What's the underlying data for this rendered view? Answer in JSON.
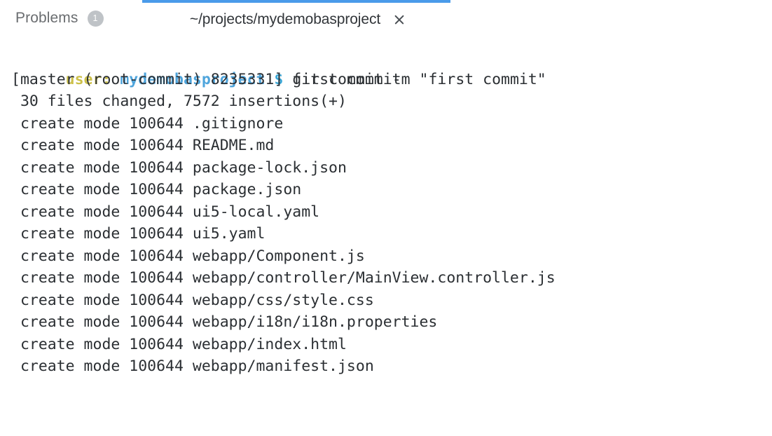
{
  "tabs": [
    {
      "name": "problems",
      "label": "Problems",
      "badge": "1",
      "active": false
    },
    {
      "name": "terminal",
      "label": "~/projects/mydemobasproject",
      "close_icon": "close-icon",
      "active": true,
      "accent_color": "#4a9bea"
    }
  ],
  "terminal": {
    "prompt": {
      "user": "user:",
      "path": "mydemobasproject",
      "symbol": "$",
      "command": " git commit -m \"first commit\""
    },
    "output": [
      "[master (root-commit) 8235331] first commit",
      " 30 files changed, 7572 insertions(+)",
      " create mode 100644 .gitignore",
      " create mode 100644 README.md",
      " create mode 100644 package-lock.json",
      " create mode 100644 package.json",
      " create mode 100644 ui5-local.yaml",
      " create mode 100644 ui5.yaml",
      " create mode 100644 webapp/Component.js",
      " create mode 100644 webapp/controller/MainView.controller.js",
      " create mode 100644 webapp/css/style.css",
      " create mode 100644 webapp/i18n/i18n.properties",
      " create mode 100644 webapp/index.html",
      " create mode 100644 webapp/manifest.json"
    ],
    "colors": {
      "user": "#ccc04a",
      "path": "#4fa5dc",
      "symbol": "#3aa8d8",
      "text": "#2b2f33",
      "background": "#ffffff"
    }
  }
}
